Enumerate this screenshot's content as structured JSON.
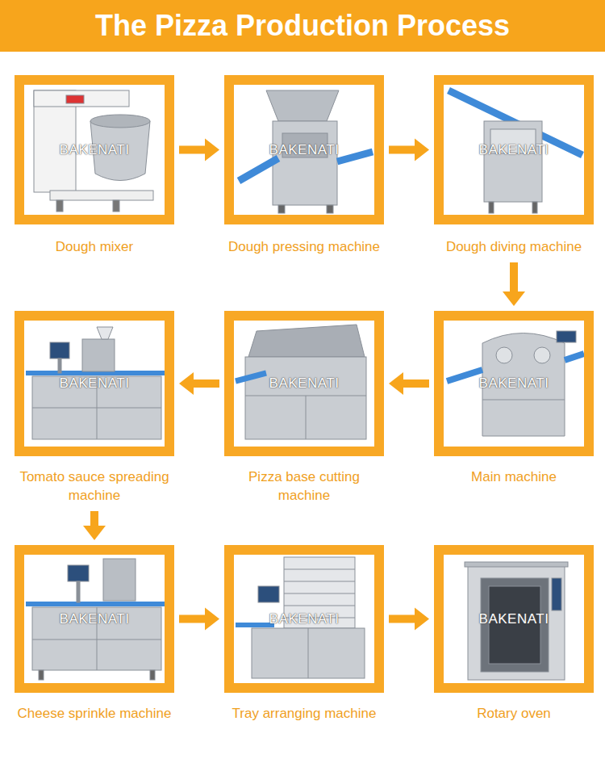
{
  "diagram": {
    "title": "The Pizza Production Process",
    "nodes": [
      {
        "text": [
          "Dough mixer"
        ]
      },
      {
        "text": [
          "Dough pressing machine"
        ]
      },
      {
        "text": [
          "Dough diving machine"
        ]
      },
      {
        "text": [
          "Tomato sauce spreading machine"
        ]
      },
      {
        "text": [
          "Pizza base cutting machine"
        ]
      },
      {
        "text": [
          "Main machine"
        ]
      },
      {
        "text": [
          "Cheese sprinkle machine"
        ]
      },
      {
        "text": [
          "Tray arranging machine"
        ]
      },
      {
        "text": [
          "Rotary oven"
        ]
      }
    ],
    "edges": [
      {
        "from": 0,
        "to": 1,
        "arrow": "to"
      },
      {
        "from": 1,
        "to": 2,
        "arrow": "to"
      },
      {
        "from": 2,
        "to": 5,
        "arrow": "to"
      },
      {
        "from": 5,
        "to": 4,
        "arrow": "to"
      },
      {
        "from": 4,
        "to": 3,
        "arrow": "to"
      },
      {
        "from": 3,
        "to": 6,
        "arrow": "to"
      },
      {
        "from": 6,
        "to": 7,
        "arrow": "to"
      },
      {
        "from": 7,
        "to": 8,
        "arrow": "to"
      }
    ],
    "labels": [
      "BAKENATI",
      "BAKENATI",
      "BAKENATI",
      "BAKENATI",
      "BAKENATI",
      "BAKENATI",
      "BAKENATI",
      "BAKENATI",
      "BAKENATI"
    ]
  }
}
